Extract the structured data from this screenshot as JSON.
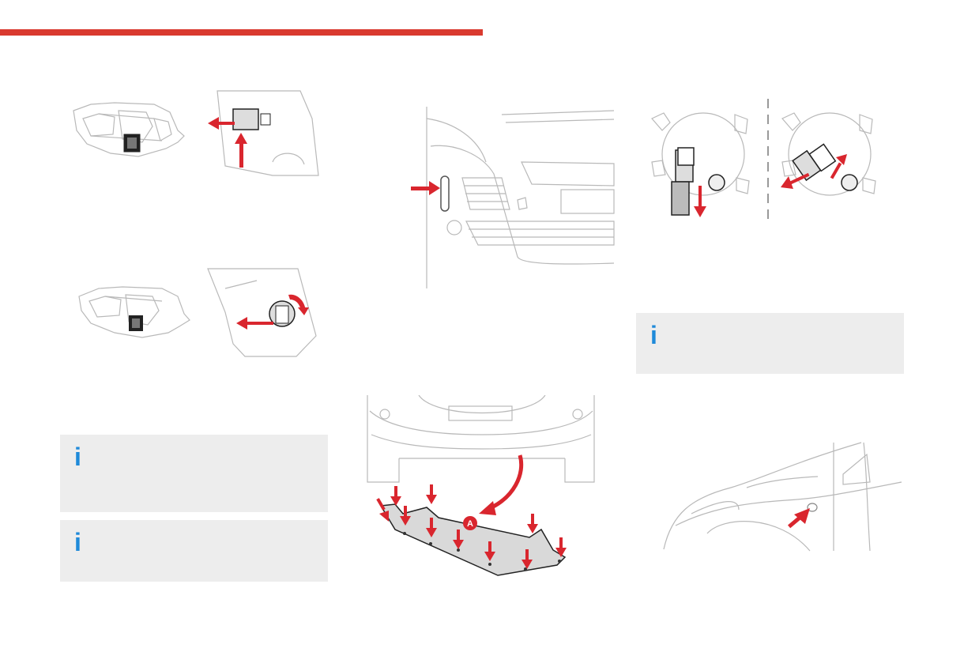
{
  "colors": {
    "accent_bar": "#d93a2f",
    "arrow_red": "#d9262e",
    "info_blue": "#1f8ad9",
    "info_bg": "#ededed",
    "line_gray": "#b9b9b9"
  },
  "icons": {
    "info": "info-icon",
    "arrow": "red-arrow-icon"
  },
  "info_boxes": [
    {
      "icon_text": "i"
    },
    {
      "icon_text": "i"
    },
    {
      "icon_text": "i"
    }
  ],
  "figures": {
    "underbody_guard": {
      "callout_label": "A"
    }
  }
}
